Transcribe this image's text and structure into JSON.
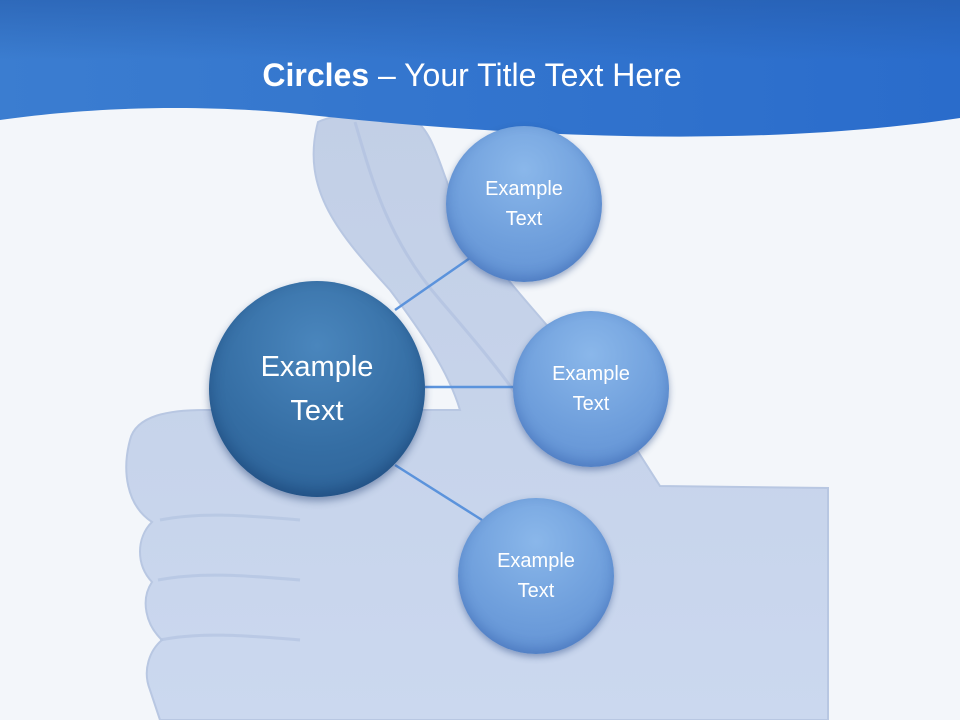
{
  "slide": {
    "title_bold": "Circles",
    "title_rest": " – Your Title Text Here"
  },
  "circles": {
    "main": {
      "line1": "Example",
      "line2": "Text"
    },
    "items": [
      {
        "line1": "Example",
        "line2": "Text"
      },
      {
        "line1": "Example",
        "line2": "Text"
      },
      {
        "line1": "Example",
        "line2": "Text"
      }
    ]
  },
  "colors": {
    "header_blue": "#2f6fc4",
    "main_circle": "#356ea4",
    "small_circle": "#6f9fdc",
    "thumb": "#c9d6ec"
  }
}
